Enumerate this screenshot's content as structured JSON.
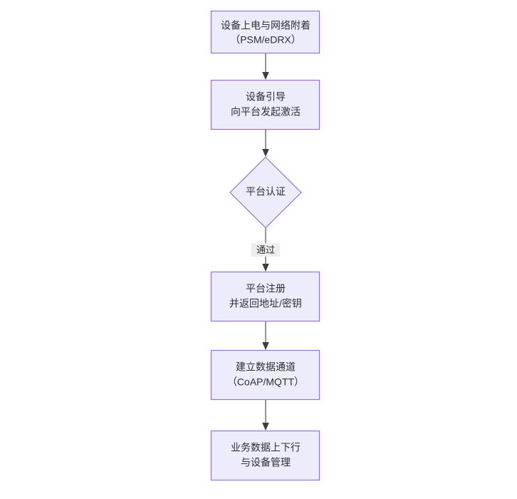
{
  "diagram": {
    "type": "flowchart",
    "orientation": "top-to-bottom",
    "background_color": "#ffffff",
    "node_fill_color": "#ececfc",
    "node_border_color": "#9673d3",
    "edge_color": "#3c3c42",
    "text_color": "#2f2f35",
    "nodes": [
      {
        "id": "n1",
        "shape": "rectangle",
        "line1": "设备上电与网络附着",
        "line2": "（PSM/eDRX）"
      },
      {
        "id": "n2",
        "shape": "rectangle",
        "line1": "设备引导",
        "line2": "向平台发起激活"
      },
      {
        "id": "n3",
        "shape": "diamond",
        "line1": "平台认证",
        "line2": ""
      },
      {
        "id": "n4",
        "shape": "rectangle",
        "line1": "平台注册",
        "line2": "并返回地址/密钥"
      },
      {
        "id": "n5",
        "shape": "rectangle",
        "line1": "建立数据通道",
        "line2": "（CoAP/MQTT）"
      },
      {
        "id": "n6",
        "shape": "rectangle",
        "line1": "业务数据上下行",
        "line2": "与设备管理"
      }
    ],
    "edges": [
      {
        "id": "e1",
        "from": "n1",
        "to": "n2",
        "label": ""
      },
      {
        "id": "e2",
        "from": "n2",
        "to": "n3",
        "label": ""
      },
      {
        "id": "e3",
        "from": "n3",
        "to": "n4",
        "label": "通过"
      },
      {
        "id": "e4",
        "from": "n4",
        "to": "n5",
        "label": ""
      },
      {
        "id": "e5",
        "from": "n5",
        "to": "n6",
        "label": ""
      }
    ]
  }
}
